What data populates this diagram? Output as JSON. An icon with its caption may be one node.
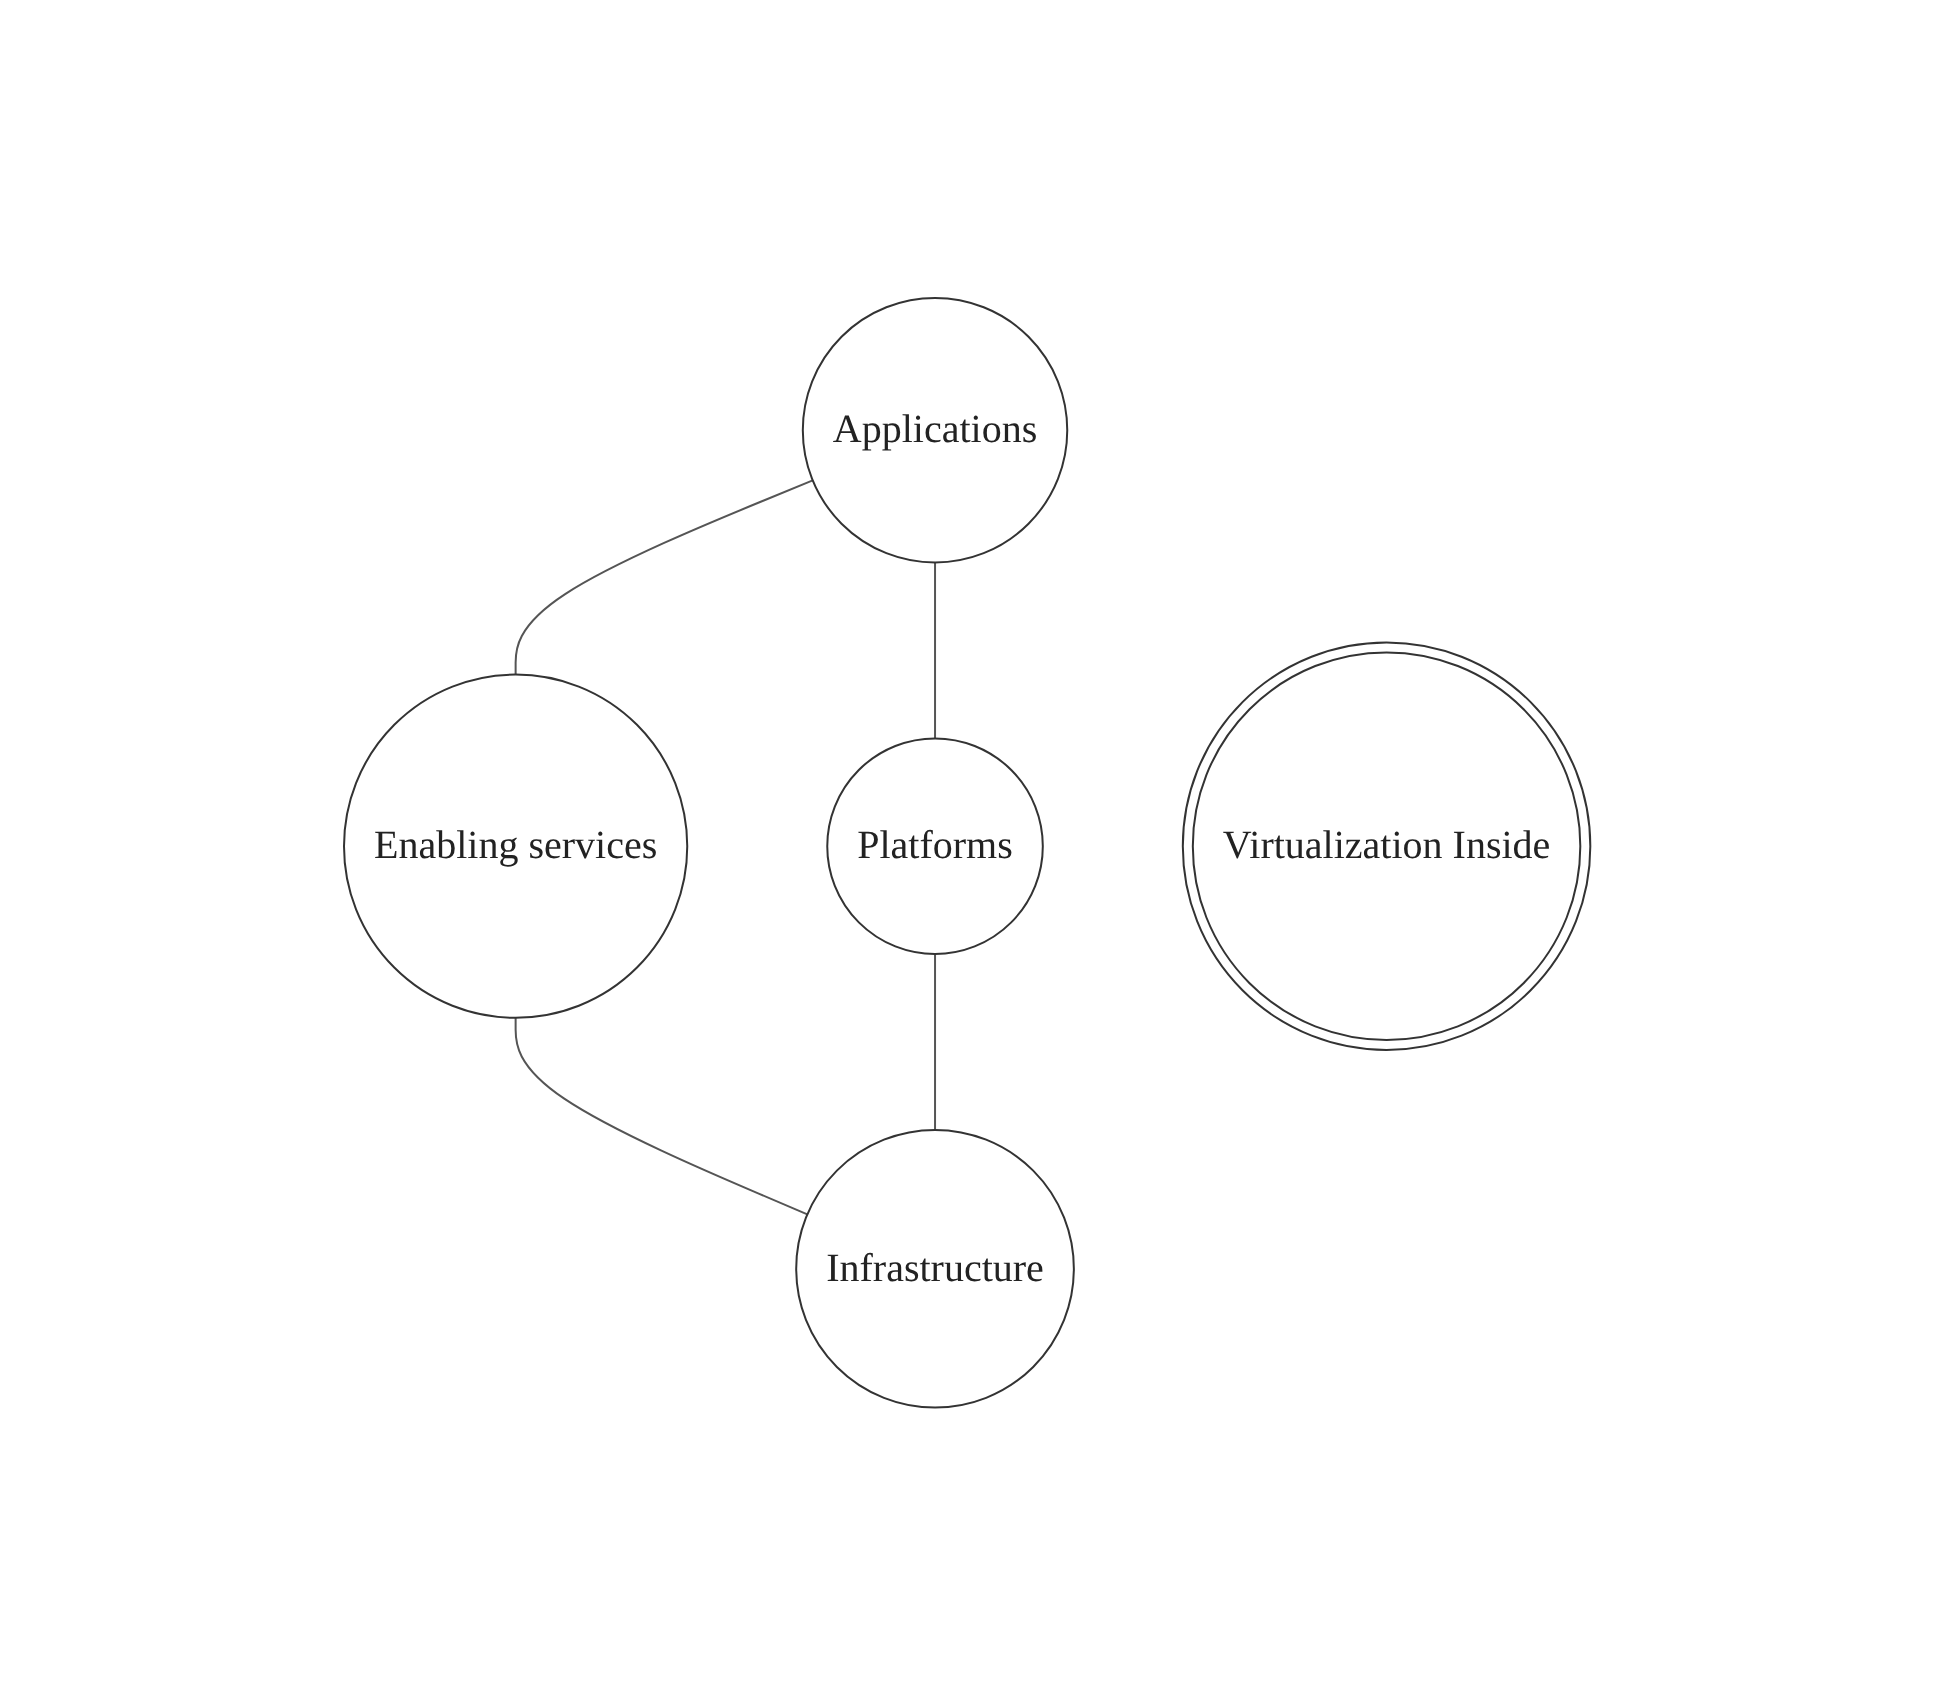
{
  "diagram": {
    "nodes": [
      {
        "text": [
          "Applications"
        ]
      },
      {
        "text": [
          "Enabling services"
        ]
      },
      {
        "text": [
          "Virtualization Inside"
        ]
      },
      {
        "text": [
          "Platforms"
        ]
      },
      {
        "text": [
          "Infrastructure"
        ]
      }
    ],
    "edges": [
      {
        "from": 0,
        "to": 1,
        "arrow": "none"
      },
      {
        "from": 0,
        "to": 3,
        "arrow": "none"
      },
      {
        "from": 1,
        "to": 4,
        "arrow": "none"
      },
      {
        "from": 3,
        "to": 4,
        "arrow": "none"
      }
    ]
  }
}
